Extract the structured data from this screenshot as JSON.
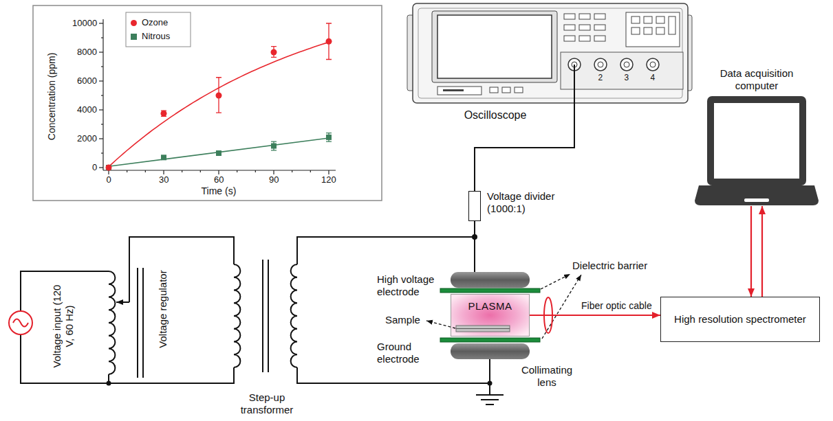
{
  "diagram": {
    "nodes": [
      {
        "text": [
          "Oscilloscope"
        ]
      },
      {
        "text": [
          "Data acquisition computer"
        ]
      },
      {
        "text": [
          "Voltage divider (1000:1)"
        ]
      },
      {
        "text": [
          "PLASMA"
        ]
      },
      {
        "text": [
          "High resolution spectrometer"
        ]
      }
    ],
    "edges": [
      {
        "from": 0,
        "to": 2,
        "arrow": "none"
      },
      {
        "from": 3,
        "to": 4,
        "arrow": "to"
      },
      {
        "from": 1,
        "to": 4,
        "arrow": "to"
      },
      {
        "from": 4,
        "to": 1,
        "arrow": "to"
      }
    ],
    "labels": [
      "Concentration (ppm)",
      "0",
      "2000",
      "4000",
      "6000",
      "8000",
      "10000",
      "0",
      "30",
      "60",
      "90",
      "120",
      "Time (s)",
      "2",
      "3",
      "4",
      "High voltage electrode",
      "Dielectric barrier",
      "Sample",
      "Ground electrode",
      "Fiber optic cable",
      "Collimating lens",
      "Voltage input (120 V, 60 Hz)",
      "Voltage regulator",
      "Step-up transformer"
    ],
    "legend": [
      {
        "text": "Ozone",
        "color": "#e8262d"
      },
      {
        "text": "Nitrous",
        "color": "#3d7f5c"
      }
    ]
  }
}
